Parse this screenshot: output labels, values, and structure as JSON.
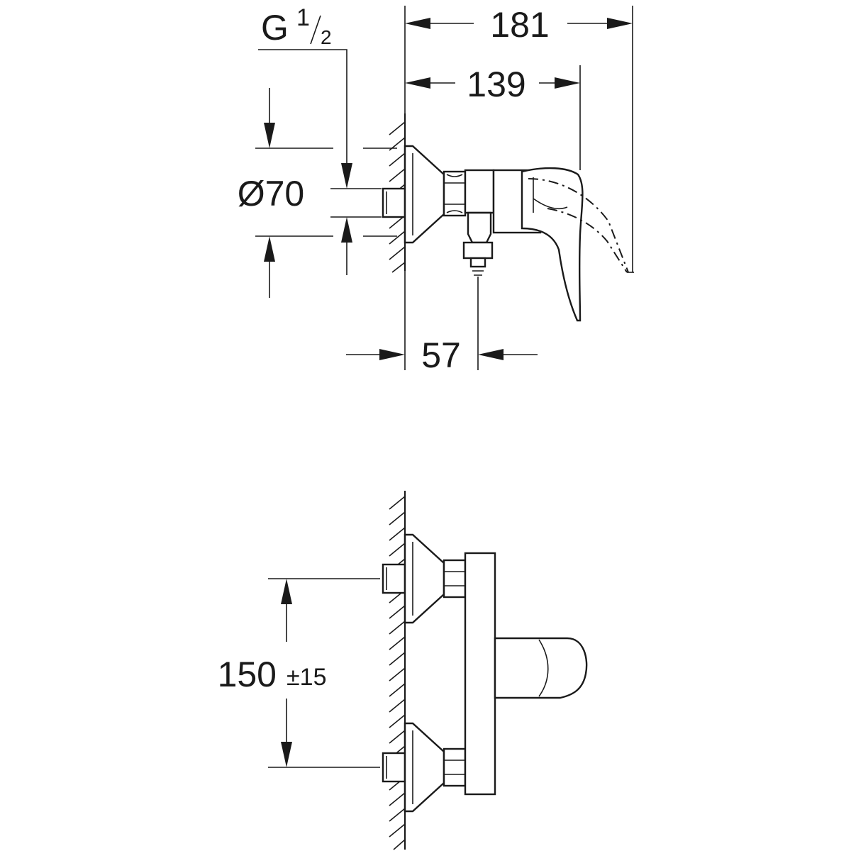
{
  "dimensions": {
    "overall_depth": "181",
    "lever_depth": "139",
    "outlet_offset": "57",
    "rosette_diameter": "Ø70",
    "thread": {
      "letter": "G",
      "num": "1",
      "den": "2"
    },
    "inlet_spacing": "150",
    "inlet_spacing_tolerance": "±15"
  }
}
